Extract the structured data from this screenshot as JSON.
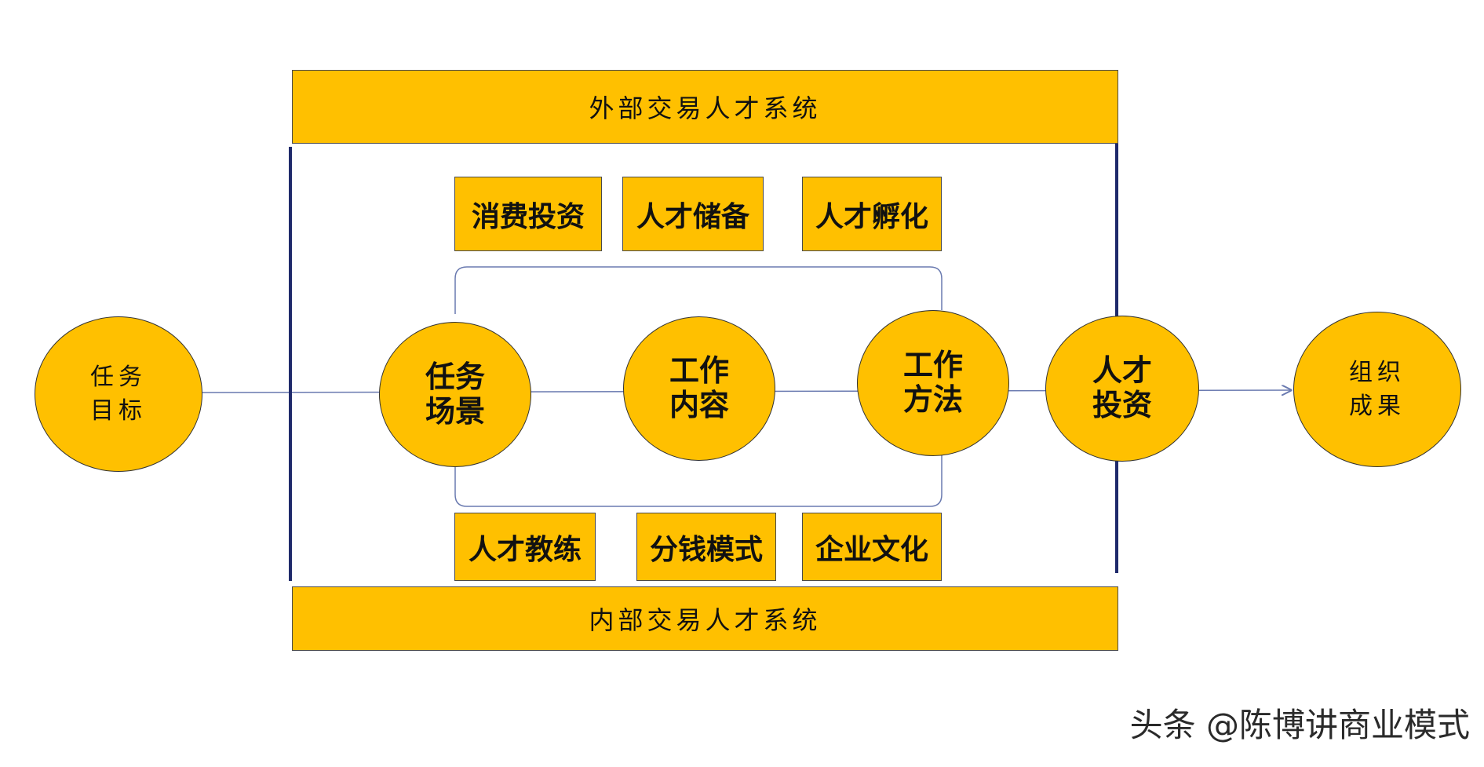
{
  "external_system": "外部交易人才系统",
  "internal_system": "内部交易人才系统",
  "top_boxes": [
    "消费投资",
    "人才储备",
    "人才孵化"
  ],
  "bottom_boxes": [
    "人才教练",
    "分钱模式",
    "企业文化"
  ],
  "goal": {
    "line1": "任务",
    "line2": "目标"
  },
  "scene": {
    "line1": "任务",
    "line2": "场景"
  },
  "content": {
    "line1": "工作",
    "line2": "内容"
  },
  "method": {
    "line1": "工作",
    "line2": "方法"
  },
  "investment": {
    "line1": "人才",
    "line2": "投资"
  },
  "outcome": {
    "line1": "组织",
    "line2": "成果"
  },
  "watermark": "头条 @陈博讲商业模式",
  "colors": {
    "fill": "#FFC000",
    "bar": "#1f2a6b",
    "line": "#6a7ab0"
  }
}
